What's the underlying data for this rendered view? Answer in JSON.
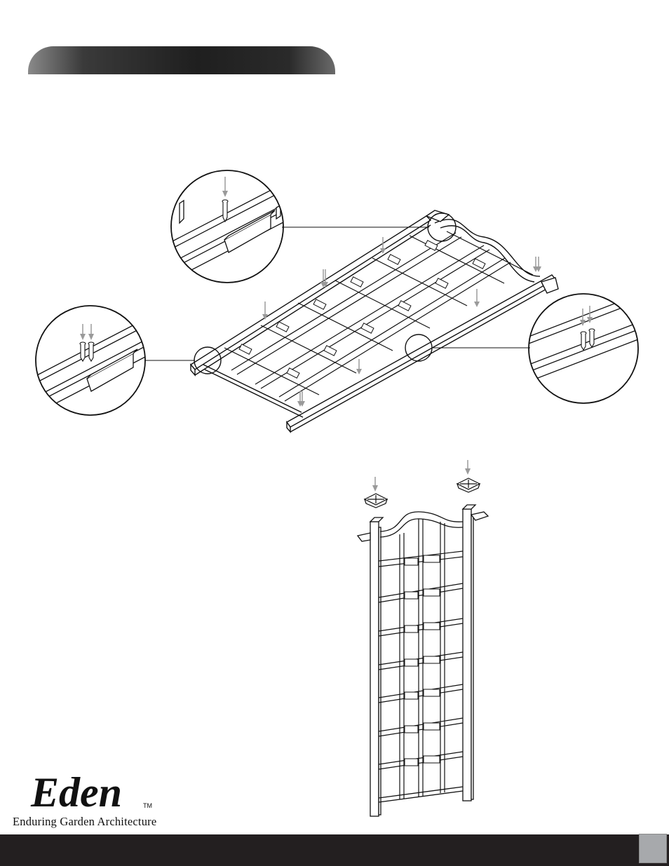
{
  "brand": {
    "logo_text": "Eden",
    "trademark": "TM",
    "tagline": "Enduring Garden Architecture"
  },
  "icons": [
    "screw-icon",
    "post-cap-icon",
    "down-arrow-icon"
  ],
  "colors": {
    "header_dark": "#1f1f1f",
    "footer": "#231f20",
    "page_box": "#a7a9ac",
    "arrow_gray": "#9a9a9a"
  }
}
